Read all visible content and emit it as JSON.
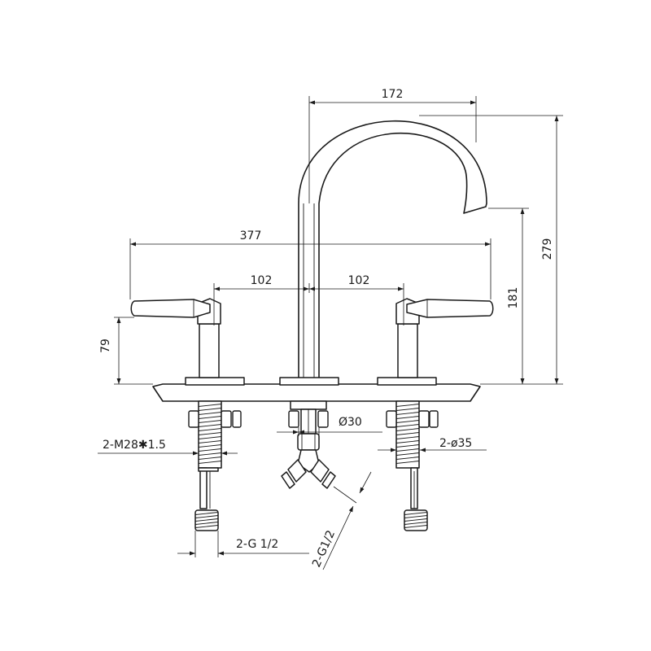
{
  "dimensions": {
    "spout_reach": "172",
    "total_height": "279",
    "overall_width": "377",
    "left_spacing": "102",
    "right_spacing": "102",
    "spout_outlet_height": "181",
    "handle_height": "79",
    "spout_shank_diameter": "Ø30",
    "handle_thread": "2-M28✱1.5",
    "handle_hole_diameter": "2-ø35",
    "inlet_thread": "2-G 1/2",
    "outlet_thread": "2-G1/2"
  }
}
